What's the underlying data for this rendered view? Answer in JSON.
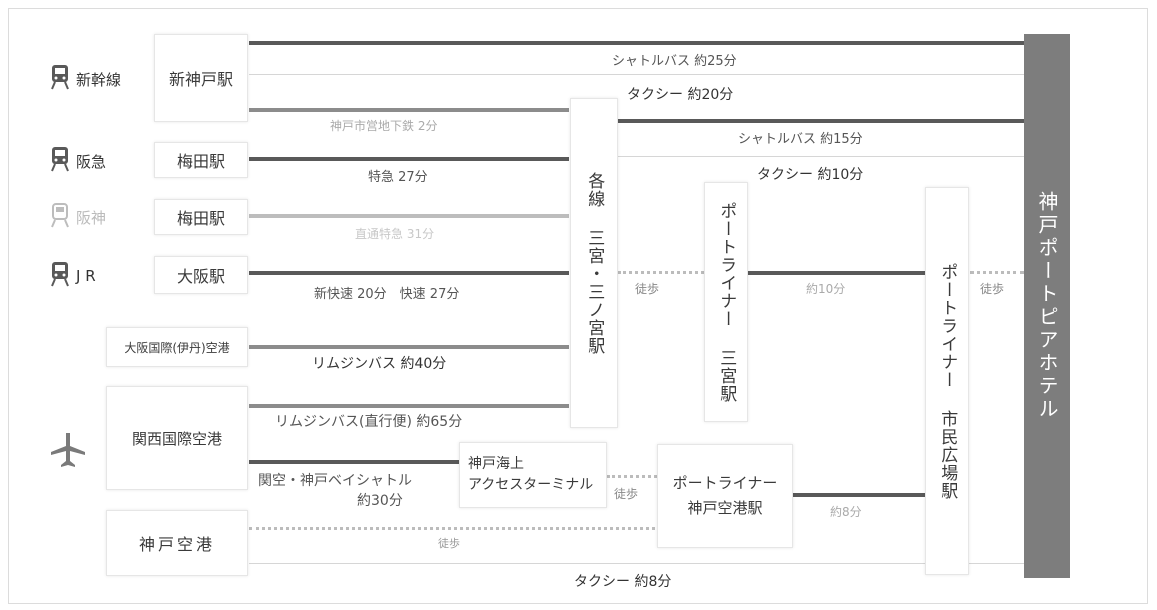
{
  "colors": {
    "hotel": "#7d7d7d",
    "dark_line": "#595959",
    "mid_line": "#8c8c8c",
    "light_line": "#bdbdbd",
    "faint_line": "#d6d6d6"
  },
  "operators": {
    "shinkansen": {
      "icon": "train-icon",
      "label": "新幹線"
    },
    "hankyu": {
      "icon": "train-icon",
      "label": "阪急"
    },
    "hanshin": {
      "icon": "train-icon",
      "label": "阪神"
    },
    "jr": {
      "icon": "train-icon",
      "label": "J R"
    },
    "air": {
      "icon": "airplane-icon"
    }
  },
  "stations": {
    "shinkobe": "新神戸駅",
    "umeda_hankyu": "梅田駅",
    "umeda_hanshin": "梅田駅",
    "osaka": "大阪駅",
    "itami": "大阪国際(伊丹)空港",
    "kansai": "関西国際空港",
    "kobe_airport": "神戸空港",
    "sannomiya": "各線 三宮・三ノ宮駅",
    "pl_sannomiya": "ポートライナー 三宮駅",
    "pl_shimin": "ポートライナー 市民広場駅",
    "kaijo_line1": "神戸海上",
    "kaijo_line2": "アクセスターミナル",
    "pl_airport_line1": "ポートライナー",
    "pl_airport_line2": "神戸空港駅",
    "hotel": "神戸ポートピアホテル"
  },
  "routes": {
    "shuttle25": "シャトルバス 約25分",
    "taxi20": "タクシー 約20分",
    "subway2": "神戸市営地下鉄 2分",
    "shuttle15": "シャトルバス 約15分",
    "taxi10": "タクシー 約10分",
    "express27": "特急 27分",
    "hanshin": "直通特急 31分",
    "jr": "新快速 20分　快速 27分",
    "limo40": "リムジンバス 約40分",
    "limo65": "リムジンバス(直行便) 約65分",
    "bayshuttle_line1": "関空・神戸ベイシャトル",
    "bayshuttle_line2": "約30分",
    "walk": "徒歩",
    "pl10": "約10分",
    "pl8": "約8分",
    "taxi8": "タクシー 約8分"
  }
}
